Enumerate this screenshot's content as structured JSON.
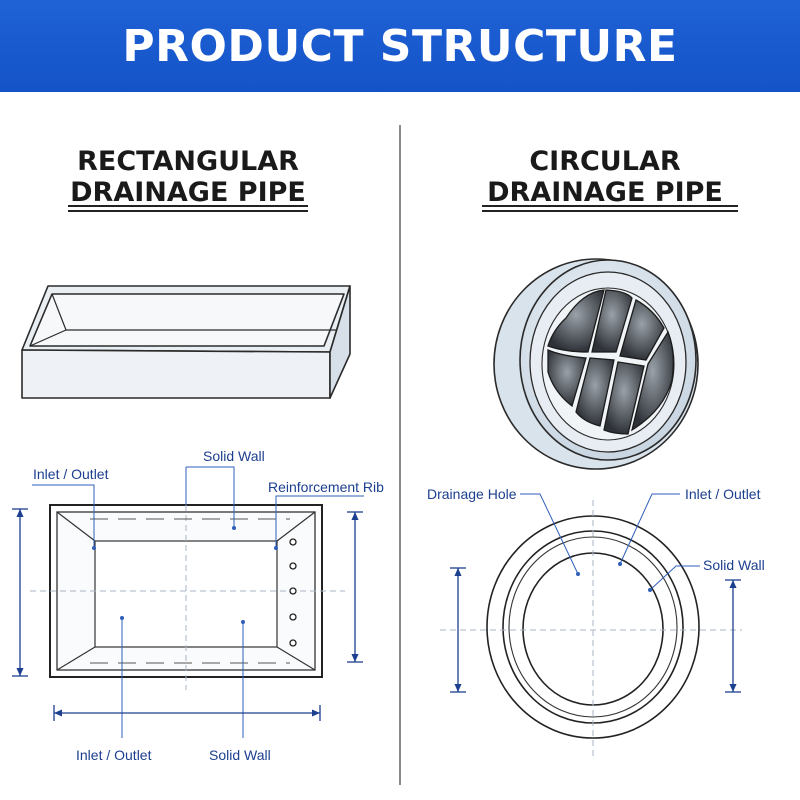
{
  "header": {
    "title": "PRODUCT STRUCTURE"
  },
  "left": {
    "title_line1": "RECTANGULAR",
    "title_line2": "DRAINAGE PIPE",
    "labels": {
      "inlet_outlet_top": "Inlet / Outlet",
      "solid_wall_top": "Solid Wall",
      "reinforcement_rib": "Reinforcement Rib",
      "inlet_outlet_bottom": "Inlet / Outlet",
      "solid_wall_bottom": "Solid Wall"
    }
  },
  "right": {
    "title_line1": "CIRCULAR",
    "title_line2": "DRAINAGE PIPE",
    "labels": {
      "drainage_hole": "Drainage Hole",
      "inlet_outlet": "Inlet / Outlet",
      "solid_wall": "Solid Wall"
    }
  },
  "colors": {
    "header_blue": "#1a5ad0",
    "annotation_blue": "#1c3f8f",
    "leader_blue": "#2f5fb8",
    "pipe_fill": "#e4eaf0",
    "grille_dark": "#4a4f55"
  }
}
